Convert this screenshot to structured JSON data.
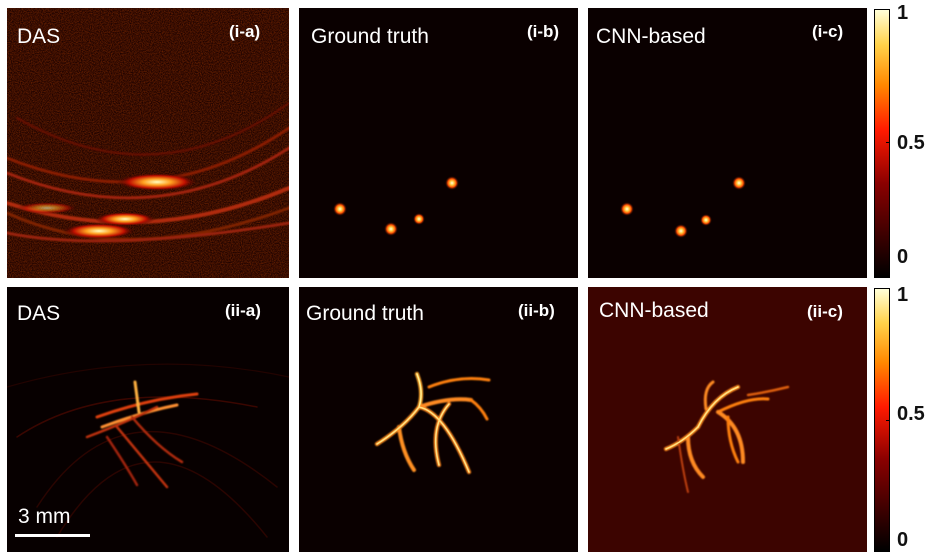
{
  "rows": [
    {
      "panels": [
        {
          "title": "DAS",
          "tag": "(i-a)"
        },
        {
          "title": "Ground truth",
          "tag": "(i-b)"
        },
        {
          "title": "CNN-based",
          "tag": "(i-c)"
        }
      ],
      "colorbar_ticks": [
        "1",
        "0.5",
        "0"
      ]
    },
    {
      "panels": [
        {
          "title": "DAS",
          "tag": "(ii-a)"
        },
        {
          "title": "Ground truth",
          "tag": "(ii-b)"
        },
        {
          "title": "CNN-based",
          "tag": "(ii-c)"
        }
      ],
      "colorbar_ticks": [
        "1",
        "0.5",
        "0"
      ]
    }
  ],
  "scale_bar": {
    "label": "3 mm"
  },
  "colormap": [
    "#000000",
    "#3a0000",
    "#8a0000",
    "#ff1a00",
    "#ff8800",
    "#ffd24a",
    "#ffffd8"
  ]
}
